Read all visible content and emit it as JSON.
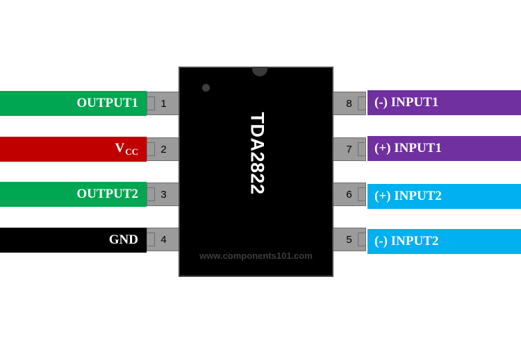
{
  "chip": {
    "name": "TDA2822",
    "watermark": "www.components101.com"
  },
  "colors": {
    "green": "#00a651",
    "red": "#c00000",
    "black": "#000000",
    "purple": "#7030a0",
    "cyan": "#00b0f0"
  },
  "left_pins": [
    {
      "number": "1",
      "label": "OUTPUT1",
      "color": "#00a651"
    },
    {
      "number": "2",
      "label_main": "V",
      "label_sub": "CC",
      "color": "#c00000"
    },
    {
      "number": "3",
      "label": "OUTPUT2",
      "color": "#00a651"
    },
    {
      "number": "4",
      "label": "GND",
      "color": "#000000"
    }
  ],
  "right_pins": [
    {
      "number": "8",
      "label": "(-) INPUT1",
      "color": "#7030a0"
    },
    {
      "number": "7",
      "label": "(+) INPUT1",
      "color": "#7030a0"
    },
    {
      "number": "6",
      "label": "(+) INPUT2",
      "color": "#00b0f0"
    },
    {
      "number": "5",
      "label": "(-) INPUT2",
      "color": "#00b0f0"
    }
  ]
}
